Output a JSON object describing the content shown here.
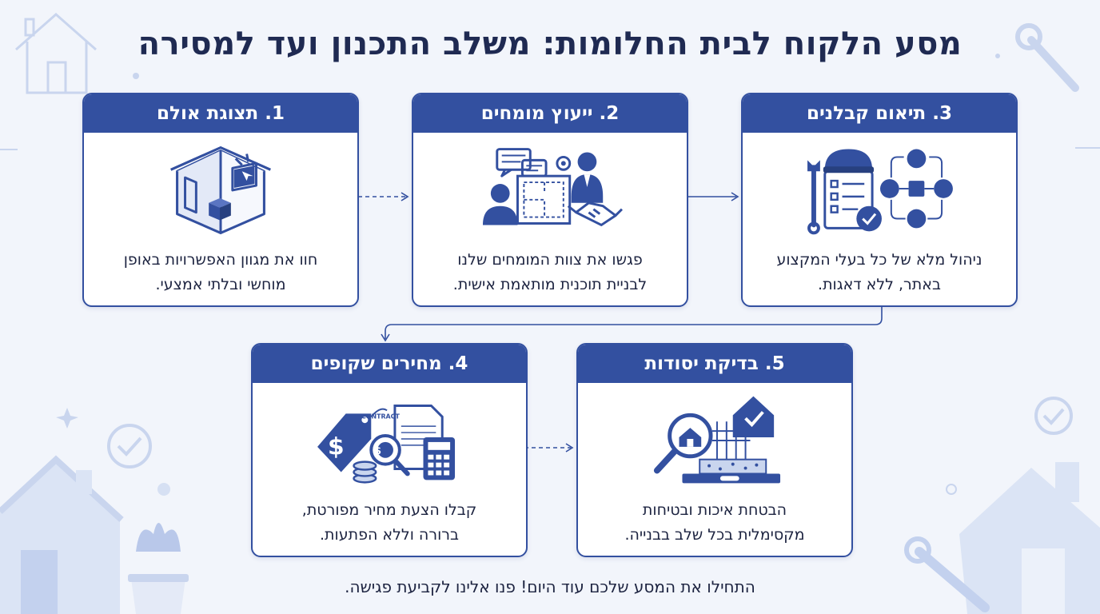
{
  "title": "מסע הלקוח לבית החלומות: משלב התכנון ועד למסירה",
  "steps": [
    {
      "label": "1. תצוגת אולם",
      "text": "חוו את מגוון האפשרויות באופן\nמוחשי ובלתי אמצעי.",
      "icon": "showroom-icon"
    },
    {
      "label": "2. ייעוץ מומחים",
      "text": "פגשו את צוות המומחים שלנו\nלבניית תוכנית מותאמת אישית.",
      "icon": "consultation-icon"
    },
    {
      "label": "3. תיאום קבלנים",
      "text": "ניהול מלא של כל בעלי המקצוע\nבאתר, ללא דאגות.",
      "icon": "contractor-coordination-icon"
    },
    {
      "label": "4. מחירים שקופים",
      "text": "קבלו הצעת מחיר מפורטת,\nברורה וללא הפתעות.",
      "icon": "transparent-pricing-icon"
    },
    {
      "label": "5. בדיקת יסודות",
      "text": "הבטחת איכות ובטיחות\nמקסימלית בכל שלב בבנייה.",
      "icon": "foundation-inspection-icon"
    }
  ],
  "contract_label": "CONTRACT",
  "footer": "התחילו את המסע שלכם עוד היום! פנו אלינו לקביעת פגישה.",
  "colors": {
    "primary": "#3350a0",
    "background": "#f2f5fb",
    "decor": "#c9d5ee"
  }
}
